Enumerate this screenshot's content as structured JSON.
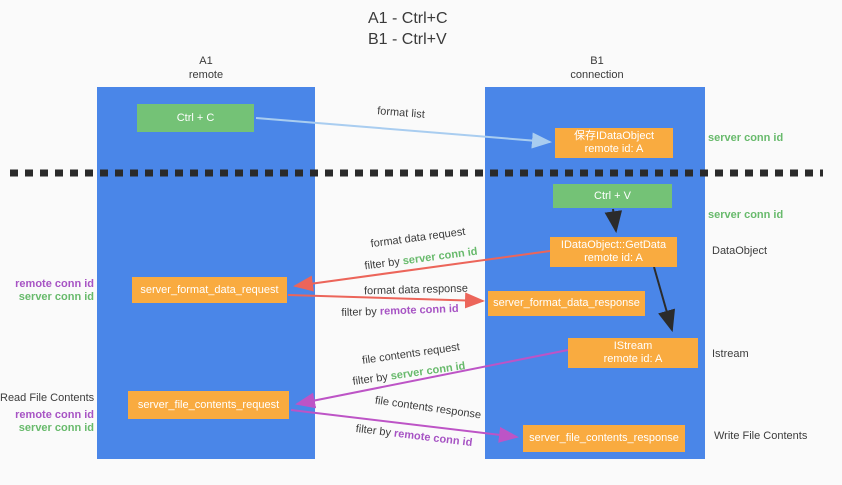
{
  "title": {
    "line1": "A1 - Ctrl+C",
    "line2": "B1 - Ctrl+V"
  },
  "lanes": {
    "left": {
      "name": "A1",
      "sub": "remote"
    },
    "right": {
      "name": "B1",
      "sub": "connection"
    }
  },
  "nodes": {
    "ctrl_c": "Ctrl + C",
    "ctrl_v": "Ctrl + V",
    "save_idataobject": {
      "title": "保存IDataObject",
      "subtitle": "remote id: A"
    },
    "getdata": {
      "title": "IDataObject::GetData",
      "subtitle": "remote id: A"
    },
    "istream": {
      "title": "IStream",
      "subtitle": "remote id: A"
    },
    "format_request": "server_format_data_request",
    "format_response": "server_format_data_response",
    "file_request": "server_file_contents_request",
    "file_response": "server_file_contents_response"
  },
  "arrow_labels": {
    "format_list": "format list",
    "format_data_request": "format data request",
    "format_data_response": "format data response",
    "file_contents_request": "file contents request",
    "file_contents_response": "file contents response",
    "filter_by": "filter by "
  },
  "shared": {
    "server_conn_id": "server conn id",
    "remote_conn_id": "remote conn id"
  },
  "side_labels": {
    "dataobject": "DataObject",
    "istream": "Istream",
    "read_file_contents": "Read File Contents",
    "write_file_contents": "Write File Contents"
  },
  "colors": {
    "lane_blue": "#4a86e8",
    "node_orange": "#f9ab40",
    "node_green": "#74c276",
    "text_green": "#68ba6c",
    "text_purple": "#a754c4",
    "arrow_red": "#ec655a",
    "arrow_magenta": "#bd54c6",
    "arrow_lightblue": "#a9cdf0",
    "arrow_black": "#2b2b2b"
  }
}
